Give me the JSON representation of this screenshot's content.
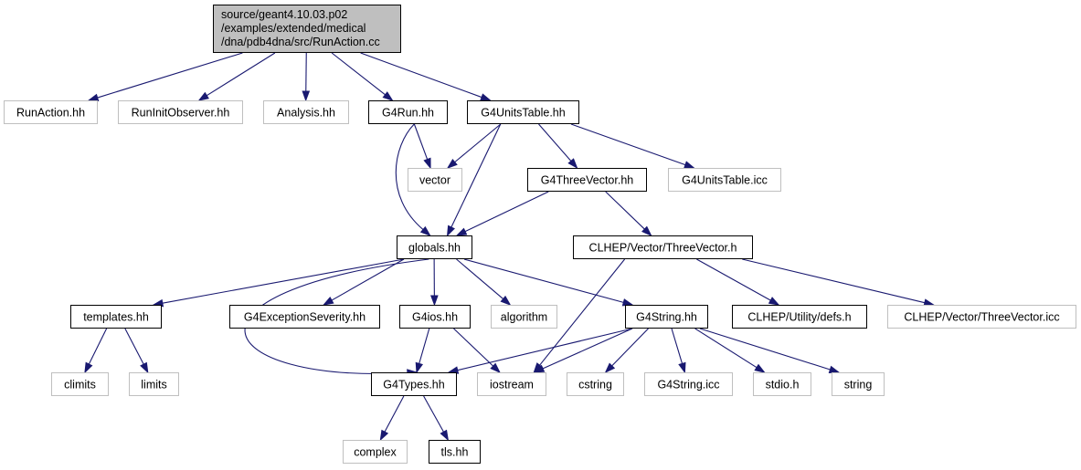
{
  "graph": {
    "nodes": [
      {
        "id": "root",
        "lines": [
          "source/geant4.10.03.p02",
          "/examples/extended/medical",
          "/dna/pdb4dna/src/RunAction.cc"
        ],
        "style": "root"
      },
      {
        "id": "runaction_hh",
        "lines": [
          "RunAction.hh"
        ],
        "style": "missing"
      },
      {
        "id": "runinitobserver_hh",
        "lines": [
          "RunInitObserver.hh"
        ],
        "style": "missing"
      },
      {
        "id": "analysis_hh",
        "lines": [
          "Analysis.hh"
        ],
        "style": "missing"
      },
      {
        "id": "g4run_hh",
        "lines": [
          "G4Run.hh"
        ],
        "style": "documented"
      },
      {
        "id": "g4unitstable_hh",
        "lines": [
          "G4UnitsTable.hh"
        ],
        "style": "documented"
      },
      {
        "id": "vector",
        "lines": [
          "vector"
        ],
        "style": "missing"
      },
      {
        "id": "g4threevector_hh",
        "lines": [
          "G4ThreeVector.hh"
        ],
        "style": "documented"
      },
      {
        "id": "g4unitstable_icc",
        "lines": [
          "G4UnitsTable.icc"
        ],
        "style": "missing"
      },
      {
        "id": "globals_hh",
        "lines": [
          "globals.hh"
        ],
        "style": "documented"
      },
      {
        "id": "clhep_threevector_h",
        "lines": [
          "CLHEP/Vector/ThreeVector.h"
        ],
        "style": "documented"
      },
      {
        "id": "templates_hh",
        "lines": [
          "templates.hh"
        ],
        "style": "documented"
      },
      {
        "id": "g4exceptionseverity_hh",
        "lines": [
          "G4ExceptionSeverity.hh"
        ],
        "style": "documented"
      },
      {
        "id": "g4ios_hh",
        "lines": [
          "G4ios.hh"
        ],
        "style": "documented"
      },
      {
        "id": "algorithm",
        "lines": [
          "algorithm"
        ],
        "style": "missing"
      },
      {
        "id": "g4string_hh",
        "lines": [
          "G4String.hh"
        ],
        "style": "documented"
      },
      {
        "id": "clhep_utility_defs_h",
        "lines": [
          "CLHEP/Utility/defs.h"
        ],
        "style": "documented"
      },
      {
        "id": "clhep_threevector_icc",
        "lines": [
          "CLHEP/Vector/ThreeVector.icc"
        ],
        "style": "missing"
      },
      {
        "id": "climits",
        "lines": [
          "climits"
        ],
        "style": "missing"
      },
      {
        "id": "limits",
        "lines": [
          "limits"
        ],
        "style": "missing"
      },
      {
        "id": "g4types_hh",
        "lines": [
          "G4Types.hh"
        ],
        "style": "documented"
      },
      {
        "id": "iostream",
        "lines": [
          "iostream"
        ],
        "style": "missing"
      },
      {
        "id": "cstring",
        "lines": [
          "cstring"
        ],
        "style": "missing"
      },
      {
        "id": "g4string_icc",
        "lines": [
          "G4String.icc"
        ],
        "style": "missing"
      },
      {
        "id": "stdio_h",
        "lines": [
          "stdio.h"
        ],
        "style": "missing"
      },
      {
        "id": "string",
        "lines": [
          "string"
        ],
        "style": "missing"
      },
      {
        "id": "complex",
        "lines": [
          "complex"
        ],
        "style": "missing"
      },
      {
        "id": "tls_hh",
        "lines": [
          "tls.hh"
        ],
        "style": "documented"
      }
    ],
    "edges": [
      [
        "root",
        "runaction_hh"
      ],
      [
        "root",
        "runinitobserver_hh"
      ],
      [
        "root",
        "analysis_hh"
      ],
      [
        "root",
        "g4run_hh"
      ],
      [
        "root",
        "g4unitstable_hh"
      ],
      [
        "g4run_hh",
        "vector"
      ],
      [
        "g4run_hh",
        "globals_hh"
      ],
      [
        "g4unitstable_hh",
        "vector"
      ],
      [
        "g4unitstable_hh",
        "globals_hh"
      ],
      [
        "g4unitstable_hh",
        "g4threevector_hh"
      ],
      [
        "g4unitstable_hh",
        "g4unitstable_icc"
      ],
      [
        "g4threevector_hh",
        "globals_hh"
      ],
      [
        "g4threevector_hh",
        "clhep_threevector_h"
      ],
      [
        "globals_hh",
        "templates_hh"
      ],
      [
        "globals_hh",
        "g4exceptionseverity_hh"
      ],
      [
        "globals_hh",
        "g4ios_hh"
      ],
      [
        "globals_hh",
        "algorithm"
      ],
      [
        "globals_hh",
        "g4string_hh"
      ],
      [
        "globals_hh",
        "g4types_hh"
      ],
      [
        "clhep_threevector_h",
        "clhep_utility_defs_h"
      ],
      [
        "clhep_threevector_h",
        "clhep_threevector_icc"
      ],
      [
        "clhep_threevector_h",
        "iostream"
      ],
      [
        "templates_hh",
        "climits"
      ],
      [
        "templates_hh",
        "limits"
      ],
      [
        "g4ios_hh",
        "g4types_hh"
      ],
      [
        "g4ios_hh",
        "iostream"
      ],
      [
        "g4string_hh",
        "g4types_hh"
      ],
      [
        "g4string_hh",
        "iostream"
      ],
      [
        "g4string_hh",
        "cstring"
      ],
      [
        "g4string_hh",
        "g4string_icc"
      ],
      [
        "g4string_hh",
        "stdio_h"
      ],
      [
        "g4string_hh",
        "string"
      ],
      [
        "g4types_hh",
        "complex"
      ],
      [
        "g4types_hh",
        "tls_hh"
      ]
    ]
  },
  "colors": {
    "edge": "#191970",
    "root_fill": "#bfbfbf",
    "root_border": "#000000",
    "documented_border": "#000000",
    "missing_border": "#bfbfbf",
    "missing_text": "#000000"
  }
}
